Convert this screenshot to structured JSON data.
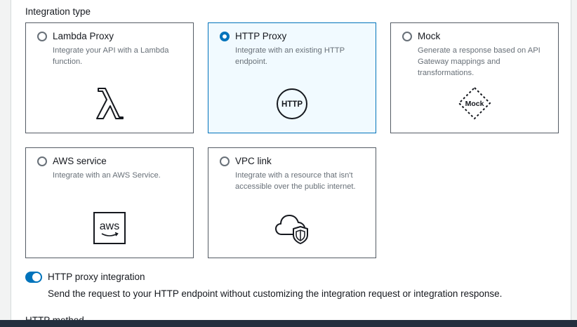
{
  "section": {
    "label": "Integration type"
  },
  "tiles": [
    {
      "title": "Lambda Proxy",
      "description": "Integrate your API with a Lambda function.",
      "icon": "lambda-icon",
      "selected": false
    },
    {
      "title": "HTTP Proxy",
      "description": "Integrate with an existing HTTP endpoint.",
      "icon": "http-icon",
      "icon_text": "HTTP",
      "selected": true
    },
    {
      "title": "Mock",
      "description": "Generate a response based on API Gateway mappings and transformations.",
      "icon": "mock-icon",
      "icon_text": "Mock",
      "selected": false
    },
    {
      "title": "AWS service",
      "description": "Integrate with an AWS Service.",
      "icon": "aws-icon",
      "icon_text": "aws",
      "selected": false
    },
    {
      "title": "VPC link",
      "description": "Integrate with a resource that isn't accessible over the public internet.",
      "icon": "cloud-shield-icon",
      "selected": false
    }
  ],
  "proxy_toggle": {
    "label": "HTTP proxy integration",
    "description": "Send the request to your HTTP endpoint without customizing the integration request or integration response.",
    "enabled": true
  },
  "next_section": {
    "label": "HTTP method"
  },
  "colors": {
    "accent": "#0073bb",
    "selected_bg": "#f1faff",
    "border": "#545b64",
    "muted_text": "#687078"
  }
}
